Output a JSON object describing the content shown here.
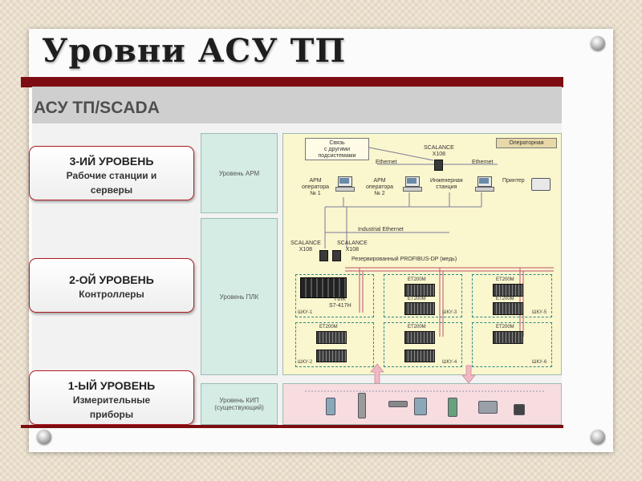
{
  "title": "Уровни АСУ ТП",
  "header": "АСУ ТП/SCADA",
  "levels": [
    {
      "heading": "3-ИЙ УРОВЕНЬ",
      "line1": "Рабочие станции и",
      "line2": "серверы"
    },
    {
      "heading": "2-ОЙ УРОВЕНЬ",
      "line1": "Контроллеры",
      "line2": ""
    },
    {
      "heading": "1-ЫЙ УРОВЕНЬ",
      "line1": "Измерительные",
      "line2": "приборы"
    }
  ],
  "side_labels": {
    "arm": "Уровень АРМ",
    "plk": "Уровень ПЛК",
    "kip1": "Уровень КИП",
    "kip2": "(существующий)"
  },
  "diagram": {
    "operatornaya": "Операторная",
    "svyaz": [
      "Связь",
      "с другими",
      "подсистемами"
    ],
    "ethernet": "Ethernet",
    "scalance": [
      "SCALANCE",
      "X108"
    ],
    "arm1": [
      "АРМ",
      "оператора",
      "№ 1"
    ],
    "arm2": [
      "АРМ",
      "оператора",
      "№ 2"
    ],
    "eng": [
      "Инженерная",
      "станция"
    ],
    "printer": "Принтер",
    "industrial_ethernet": "Industrial Ethernet",
    "profibus": "Резервированный PROFIBUS-DP (медь)",
    "plk": [
      "ПЛК",
      "S7-417H"
    ],
    "et200m": "ET200M",
    "shku": [
      "ШКУ-1",
      "ШКУ-2",
      "ШКУ-3",
      "ШКУ-4",
      "ШКУ-5",
      "ШКУ-6"
    ]
  },
  "colors": {
    "accent_red": "#7d0d12",
    "side_teal": "#d5ece5",
    "arm_yellow": "#faf6cd",
    "kip_pink": "#f7dde0"
  }
}
